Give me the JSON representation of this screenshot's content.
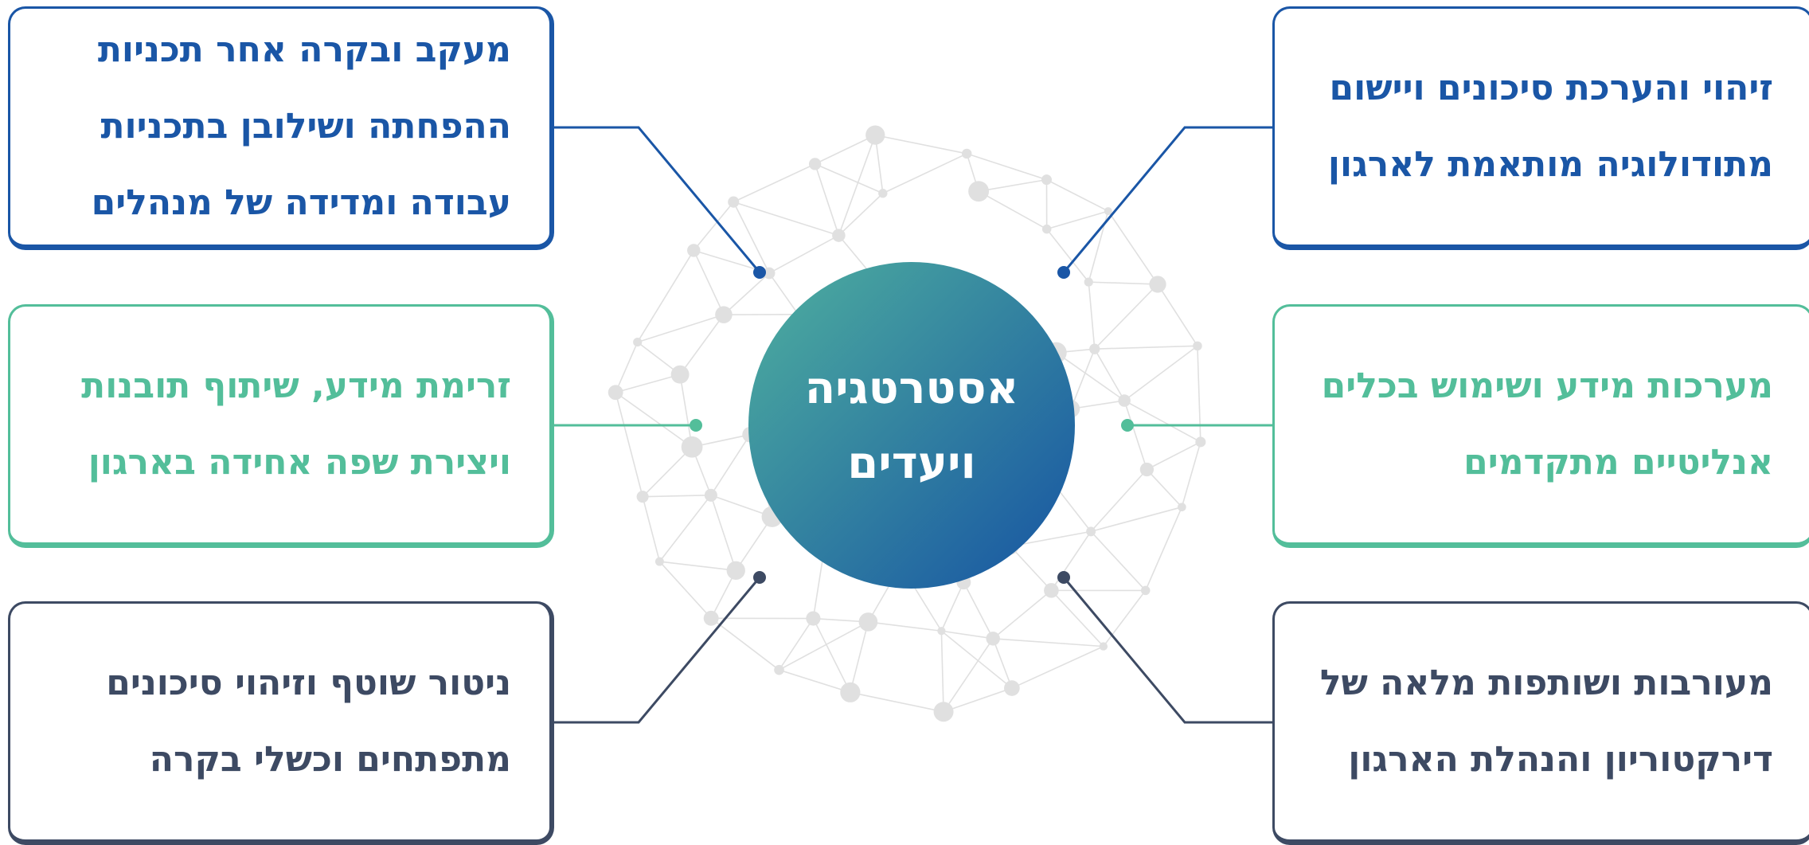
{
  "center": {
    "line1": "אסטרטגיה",
    "line2": "ויעדים",
    "gradient_start": "#4fb09e",
    "gradient_end": "#1653a3"
  },
  "colors": {
    "blue": "#1a56a6",
    "green": "#53be9a",
    "slate": "#3d4a63",
    "network": "#e0e0e0"
  },
  "boxes": {
    "top_left": {
      "color": "blue",
      "lines": [
        "מעקב ובקרה  אחר תכניות",
        "ההפחתה ושילובן בתכניות",
        "עבודה ומדידה של מנהלים"
      ]
    },
    "mid_left": {
      "color": "green",
      "lines": [
        "זרימת מידע, שיתוף תובנות",
        "ויצירת שפה אחידה בארגון"
      ]
    },
    "bottom_left": {
      "color": "slate",
      "lines": [
        "ניטור שוטף וזיהוי סיכונים",
        "מתפתחים וכשלי בקרה"
      ]
    },
    "top_right": {
      "color": "blue",
      "lines": [
        "זיהוי והערכת סיכונים ויישום",
        "מתודולוגיה מותאמת לארגון"
      ]
    },
    "mid_right": {
      "color": "green",
      "lines": [
        "מערכות מידע ושימוש בכלים",
        "אנליטיים מתקדמים"
      ]
    },
    "bottom_right": {
      "color": "slate",
      "lines": [
        "מעורבות ושותפות מלאה של",
        "דירקטוריון והנהלת הארגון"
      ]
    }
  }
}
